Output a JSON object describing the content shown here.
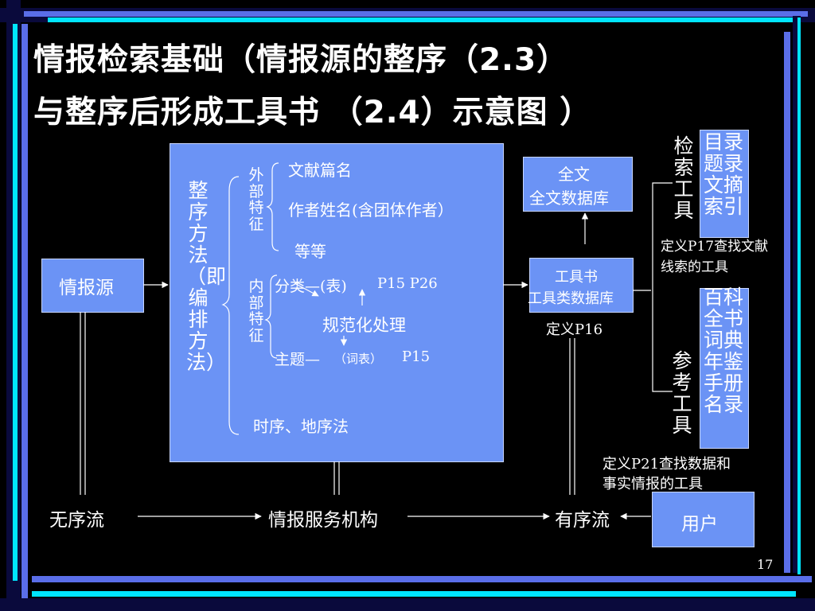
{
  "slide": {
    "title_line1": "情报检索基础（情报源的整序（2.3）",
    "title_line2": "与整序后形成工具书 （2.4）示意图 ）",
    "page_number": "17"
  },
  "diagram": {
    "source_box": "情报源",
    "method_label": "整序方法（即编排方法）",
    "external_label": "外部特征",
    "external_items": [
      "文献篇名",
      "作者姓名(含团体作者）",
      "等等"
    ],
    "internal_label": "内部特征",
    "classification": "分类—(表)",
    "classification_pages": "P15 P26",
    "normalize": "规范化处理",
    "subject": "主题—",
    "subject_note": "（词表）",
    "subject_page": "P15",
    "time_place": "时序、地序法",
    "fulltext_line1": "全文",
    "fulltext_line2": "全文数据库",
    "toolbook_line1": "工具书",
    "toolbook_line2": "工具类数据库",
    "toolbook_def": "定义P16",
    "retrieval_tools": "检索工具",
    "retrieval_items": "目录题录文摘索引",
    "retrieval_def": "定义P17查找文献线索的工具",
    "reference_tools": "参考工具",
    "reference_items": "百科全书词典年鉴手册名录",
    "reference_def_line1": "定义P21查找数据和",
    "reference_def_line2": "事实情报的工具",
    "unordered": "无序流",
    "service": "情报服务机构",
    "ordered": "有序流",
    "user": "用户"
  },
  "colors": {
    "box_fill": "#6b93f5",
    "background": "#000000",
    "accent_bar": "#5a6ee8"
  }
}
